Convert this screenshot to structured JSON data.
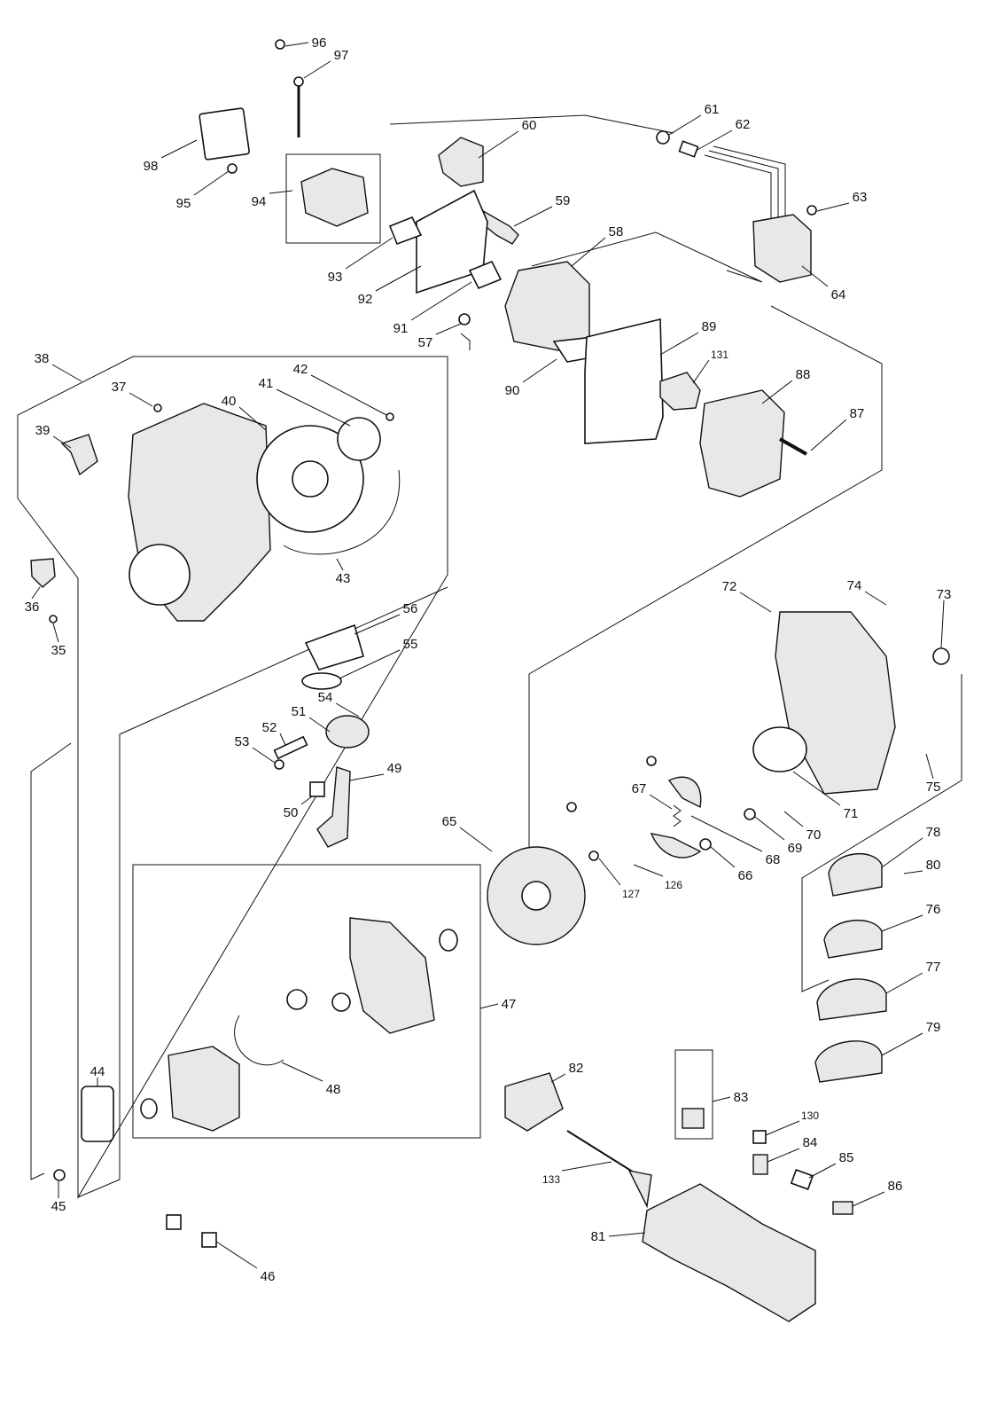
{
  "diagram": {
    "type": "exploded-parts-diagram",
    "part_labels": [
      "96",
      "97",
      "98",
      "95",
      "94",
      "60",
      "61",
      "62",
      "63",
      "59",
      "58",
      "64",
      "93",
      "92",
      "91",
      "57",
      "89",
      "131",
      "90",
      "88",
      "87",
      "38",
      "42",
      "37",
      "41",
      "40",
      "39",
      "43",
      "36",
      "35",
      "56",
      "55",
      "54",
      "51",
      "52",
      "53",
      "49",
      "50",
      "72",
      "74",
      "73",
      "75",
      "71",
      "67",
      "70",
      "69",
      "68",
      "65",
      "66",
      "127",
      "126",
      "78",
      "80",
      "76",
      "47",
      "77",
      "79",
      "48",
      "44",
      "82",
      "83",
      "130",
      "84",
      "85",
      "86",
      "45",
      "46",
      "133",
      "81"
    ]
  }
}
